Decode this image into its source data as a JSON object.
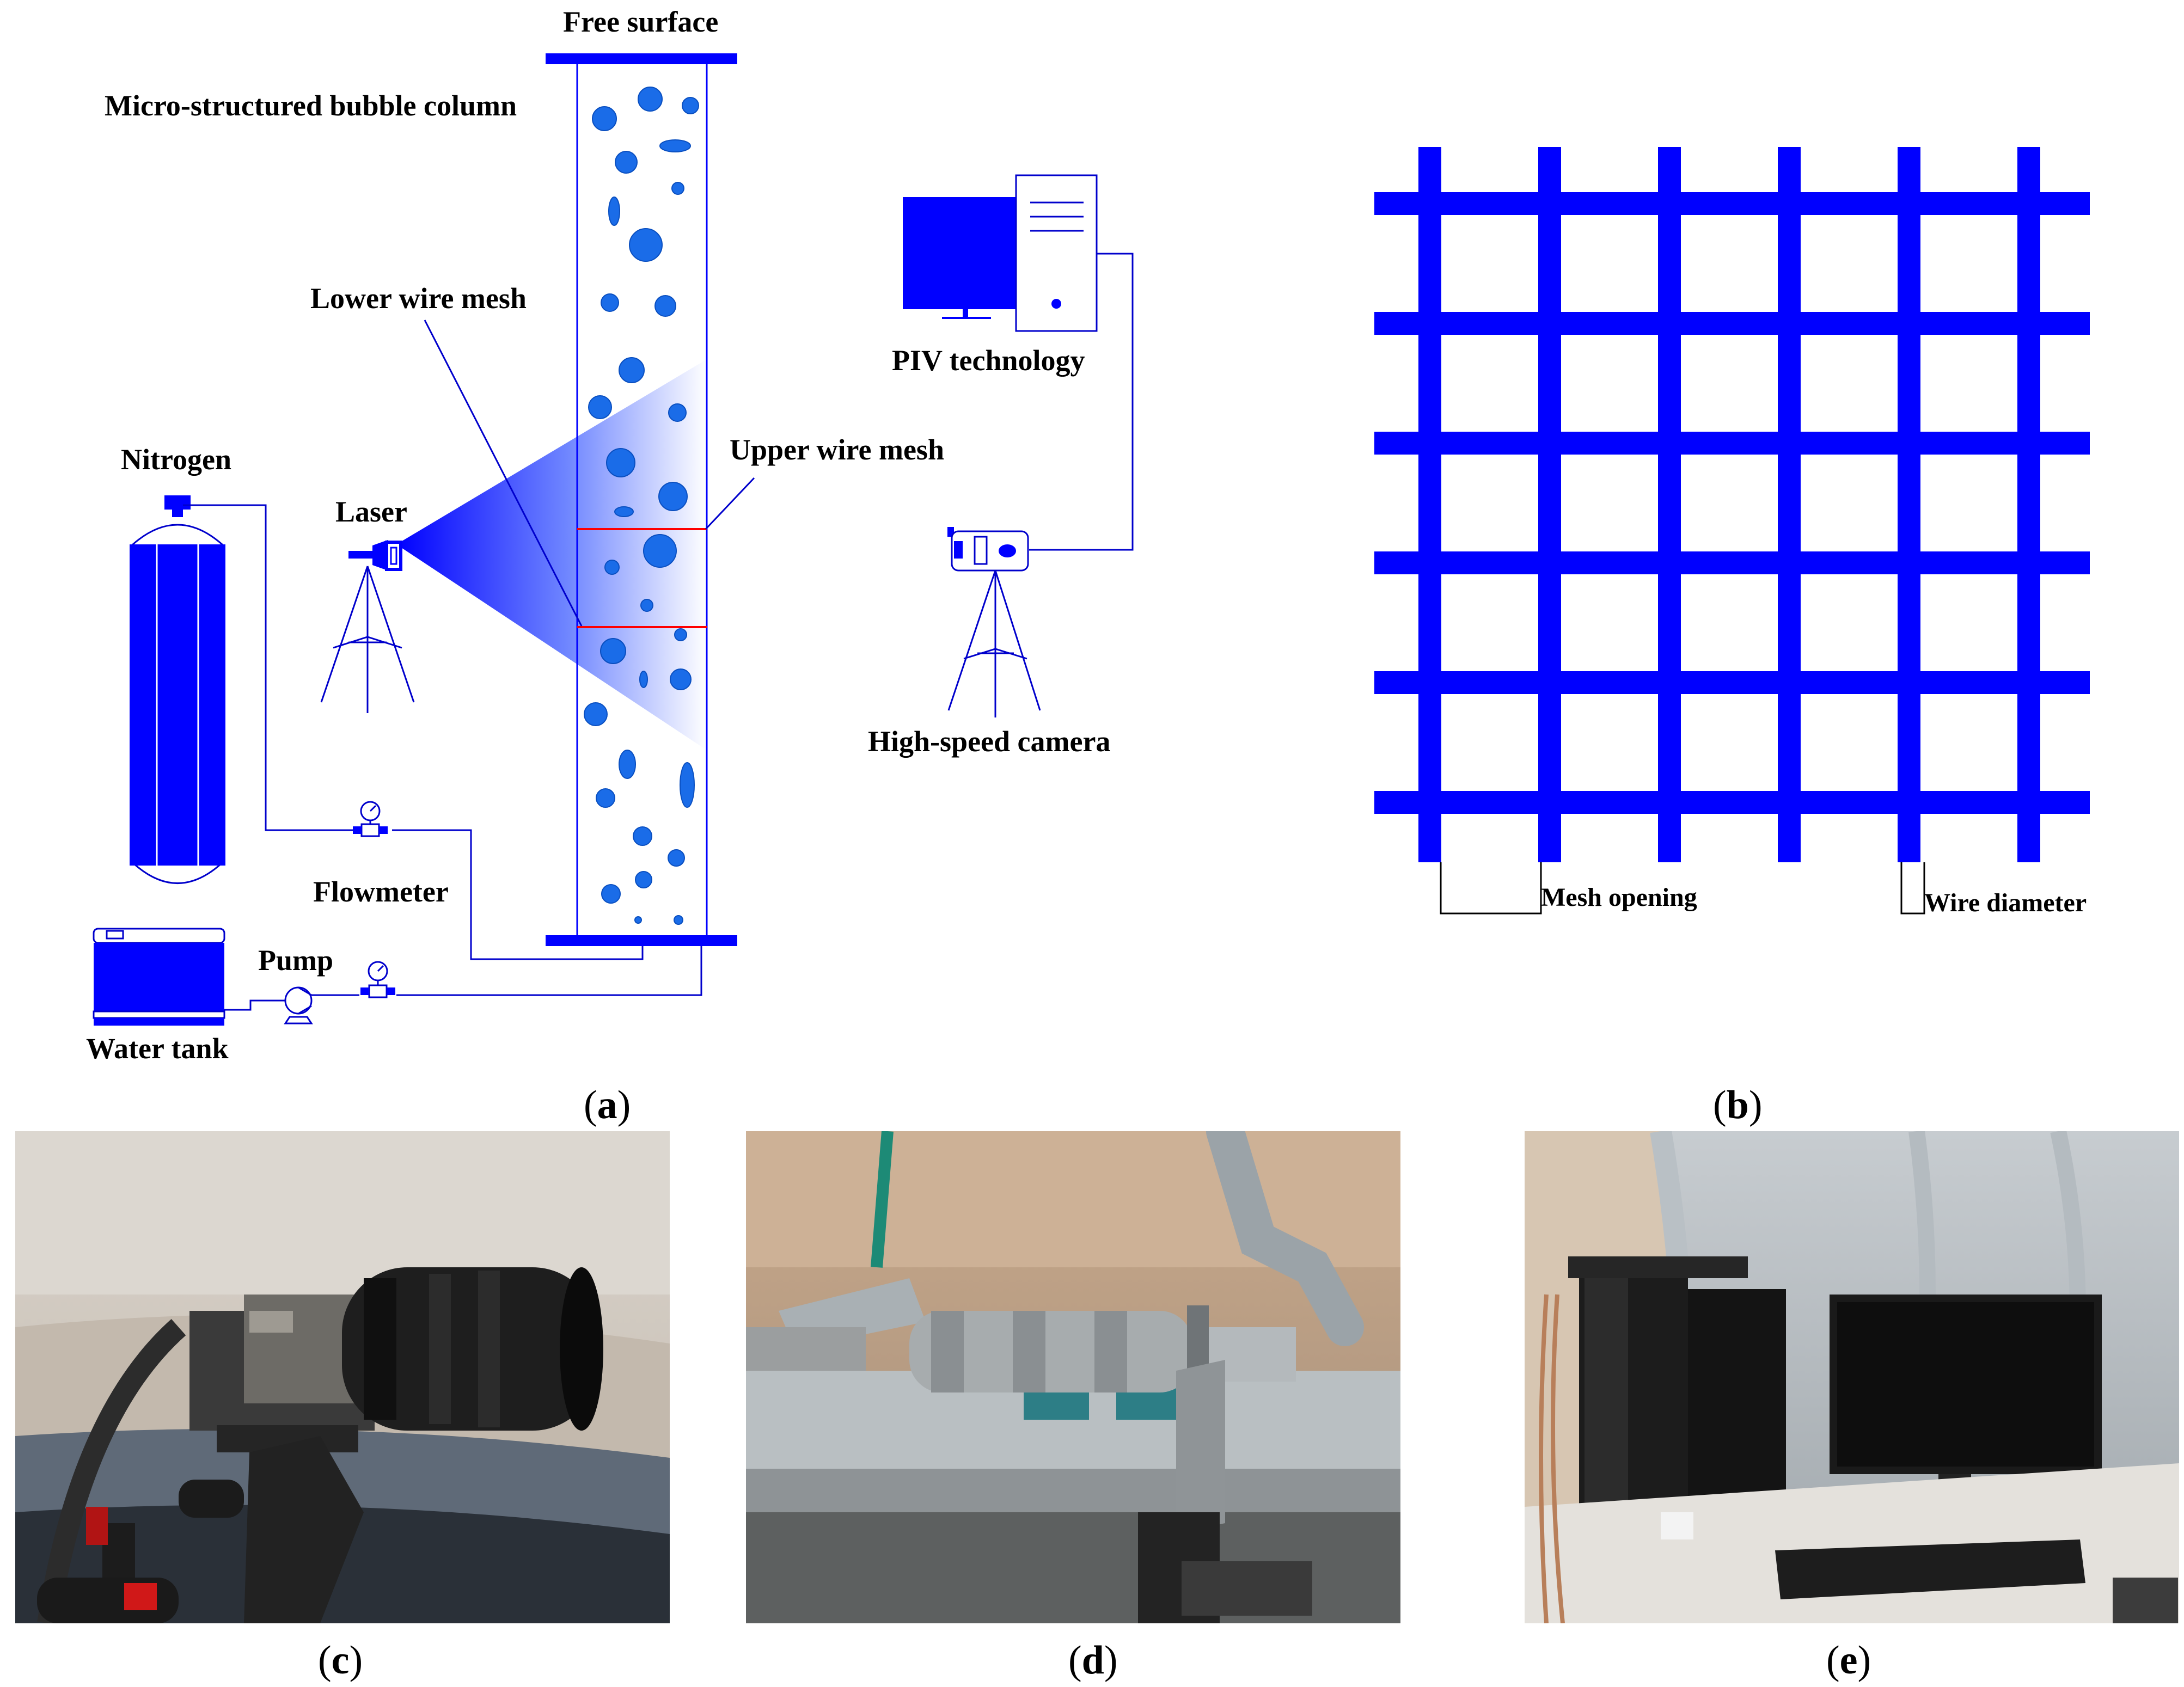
{
  "panels": {
    "a": {
      "caption_open": "(",
      "caption_letter": "a",
      "caption_close": ")",
      "labels": {
        "free_surface": "Free surface",
        "column": "Micro-structured bubble column",
        "lower_mesh": "Lower wire mesh",
        "upper_mesh": "Upper wire mesh",
        "nitrogen": "Nitrogen",
        "laser": "Laser",
        "flowmeter": "Flowmeter",
        "pump": "Pump",
        "water_tank": "Water tank",
        "piv": "PIV technology",
        "camera": "High-speed camera"
      }
    },
    "b": {
      "caption_open": "(",
      "caption_letter": "b",
      "caption_close": ")",
      "labels": {
        "mesh_opening": "Mesh opening",
        "wire_diameter": "Wire diameter"
      }
    },
    "c": {
      "caption_open": "(",
      "caption_letter": "c",
      "caption_close": ")",
      "photo": "high-speed camera on tripod"
    },
    "d": {
      "caption_open": "(",
      "caption_letter": "d",
      "caption_close": ")",
      "photo": "laser head on articulated arm"
    },
    "e": {
      "caption_open": "(",
      "caption_letter": "e",
      "caption_close": ")",
      "photo": "PIV computer workstation"
    }
  },
  "colors": {
    "primary_blue": "#0000ff",
    "bubble_blue": "#1a6ce8",
    "mesh_red": "#ff0000",
    "outline": "#0000cc"
  },
  "icons": [
    "nitrogen-cylinder-icon",
    "laser-icon",
    "tripod-icon",
    "flowmeter-icon",
    "pump-icon",
    "water-tank-icon",
    "monitor-icon",
    "pc-tower-icon",
    "camera-icon"
  ]
}
